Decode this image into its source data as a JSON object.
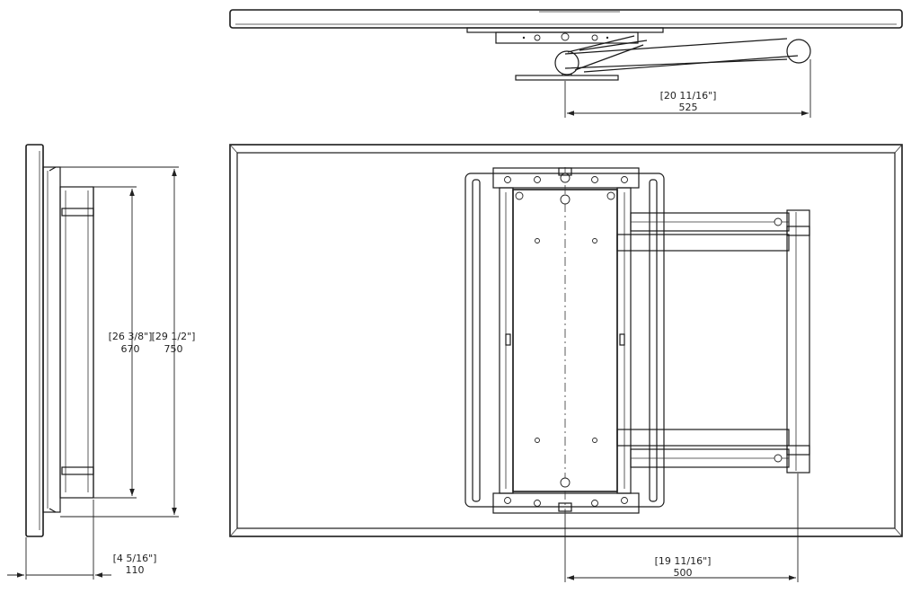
{
  "dimensions": {
    "top_arm_width": {
      "imperial": "[20 11/16\"]",
      "metric": "525"
    },
    "plate_height": {
      "imperial": "[26 3/8\"]",
      "metric": "670"
    },
    "bracket_height": {
      "imperial": "[29 1/2\"]",
      "metric": "750"
    },
    "depth": {
      "imperial": "[4 5/16\"]",
      "metric": "110"
    },
    "front_arm_width": {
      "imperial": "[19 11/16\"]",
      "metric": "500"
    }
  }
}
